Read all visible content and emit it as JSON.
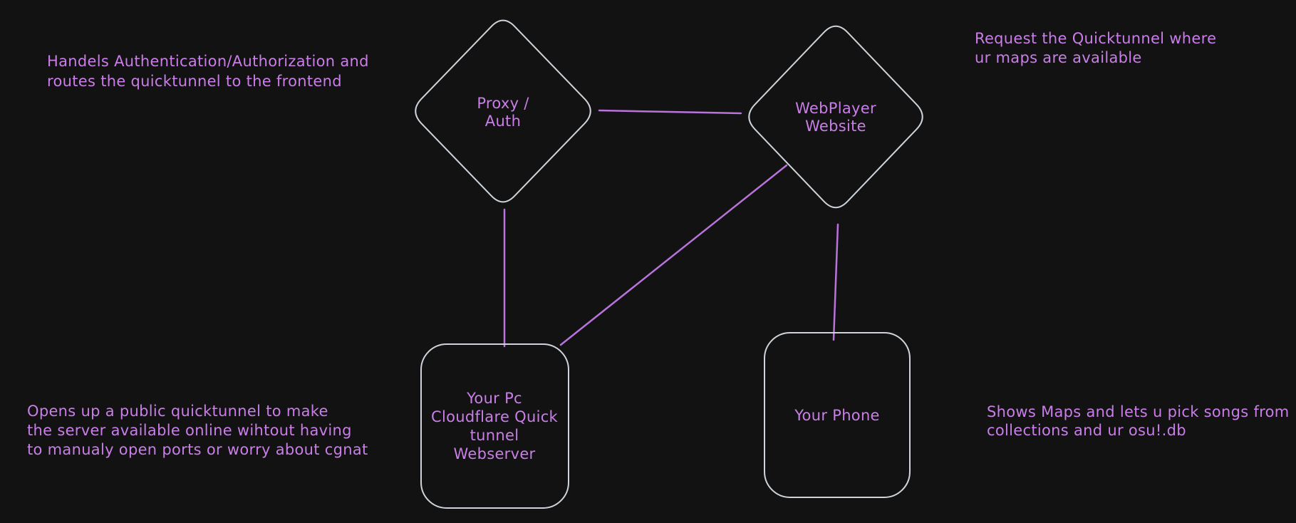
{
  "canvas": {
    "background_color": "#121212",
    "shape_stroke_color": "#ced4da",
    "text_color": "#c97ee8",
    "connector_color": "#b873dc"
  },
  "nodes": {
    "proxy_auth": {
      "shape": "diamond",
      "lines": [
        "Proxy /",
        "Auth"
      ]
    },
    "webplayer": {
      "shape": "diamond",
      "lines": [
        "WebPlayer",
        "Website"
      ]
    },
    "pc_webserver": {
      "shape": "rounded-rectangle",
      "lines": [
        "Your Pc",
        "Cloudflare Quick",
        "tunnel",
        "Webserver"
      ]
    },
    "phone": {
      "shape": "rounded-rectangle",
      "lines": [
        "Your Phone"
      ]
    }
  },
  "connections": [
    {
      "from": "proxy_auth",
      "to": "webplayer"
    },
    {
      "from": "proxy_auth",
      "to": "pc_webserver"
    },
    {
      "from": "webplayer",
      "to": "pc_webserver"
    },
    {
      "from": "webplayer",
      "to": "phone"
    }
  ],
  "annotations": {
    "top_left": {
      "lines": [
        "Handels Authentication/Authorization and",
        "routes the quicktunnel to the frontend"
      ]
    },
    "top_right": {
      "lines": [
        "Request the Quicktunnel where",
        "ur maps are available"
      ]
    },
    "bottom_left": {
      "lines": [
        "Opens up a public quicktunnel to make",
        "the server available online wihtout having",
        "to manualy open ports or worry about cgnat"
      ]
    },
    "bottom_right": {
      "lines": [
        "Shows Maps and lets u pick songs from",
        "collections and ur osu!.db"
      ]
    }
  }
}
